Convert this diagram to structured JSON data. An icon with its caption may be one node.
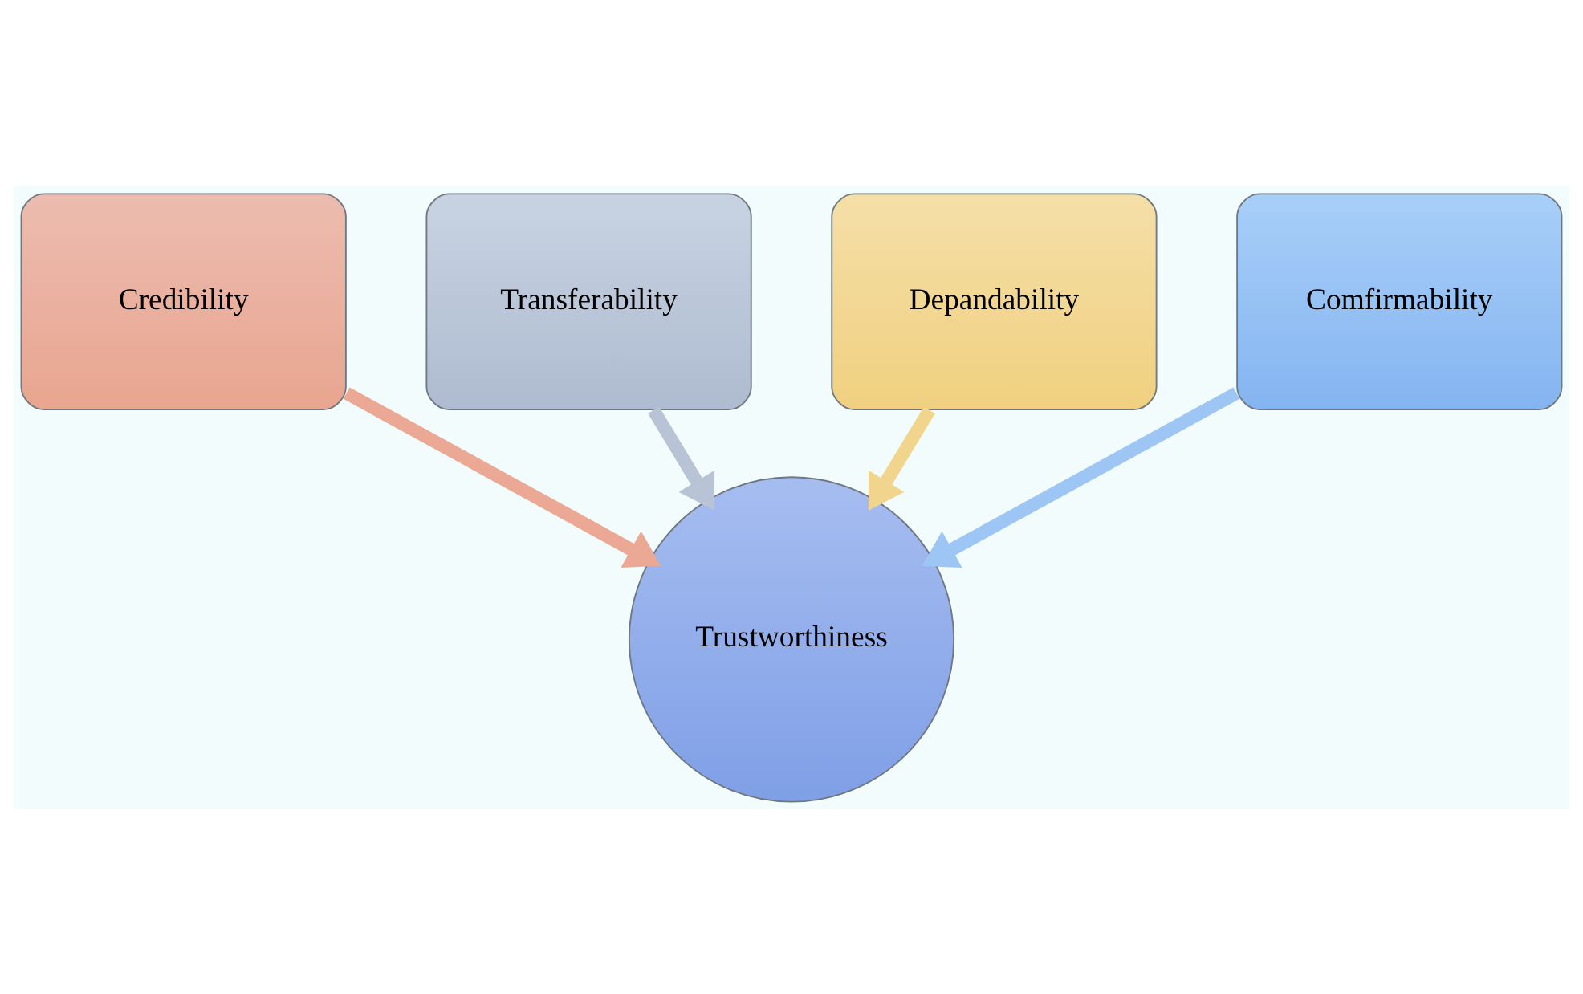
{
  "diagram": {
    "nodes": [
      {
        "text": [
          "Transferability"
        ]
      },
      {
        "text": [
          "Depandability"
        ]
      },
      {
        "text": [
          "Credibility"
        ]
      },
      {
        "text": [
          "Trustworthiness"
        ]
      },
      {
        "text": [
          "Comfirmability"
        ]
      }
    ],
    "edges": [
      {
        "from": 0,
        "to": 3,
        "arrow": "to",
        "color": "#b8c3d6"
      },
      {
        "from": 1,
        "to": 3,
        "arrow": "to",
        "color": "#f2d58c"
      },
      {
        "from": 2,
        "to": 3,
        "arrow": "to",
        "color": "#eba995"
      },
      {
        "from": 4,
        "to": 3,
        "arrow": "to",
        "color": "#9ec6f4"
      }
    ]
  }
}
